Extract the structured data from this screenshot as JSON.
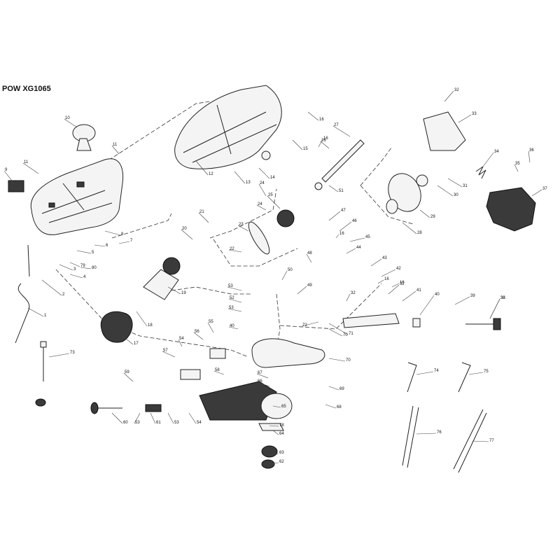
{
  "title": "POW XG1065",
  "callouts": [
    "1",
    "2",
    "3",
    "4",
    "5",
    "6",
    "7",
    "8",
    "9",
    "10",
    "11",
    "12",
    "13",
    "14",
    "15",
    "16",
    "16",
    "16",
    "16",
    "16",
    "17",
    "18",
    "19",
    "20",
    "21",
    "22",
    "23",
    "24",
    "24",
    "25",
    "26",
    "27",
    "28",
    "29",
    "30",
    "31",
    "32",
    "32",
    "32",
    "33",
    "34",
    "35",
    "36",
    "37",
    "38",
    "38",
    "39",
    "40",
    "40",
    "41",
    "42",
    "43",
    "44",
    "45",
    "46",
    "47",
    "48",
    "49",
    "50",
    "51",
    "52",
    "53",
    "53",
    "53",
    "53",
    "54",
    "54",
    "55",
    "56",
    "57",
    "58",
    "59",
    "60",
    "61",
    "62",
    "63",
    "64",
    "65",
    "66",
    "67",
    "68",
    "69",
    "70",
    "70",
    "71",
    "72",
    "73",
    "74",
    "75",
    "76",
    "77",
    "78",
    "79",
    "80",
    "11"
  ]
}
